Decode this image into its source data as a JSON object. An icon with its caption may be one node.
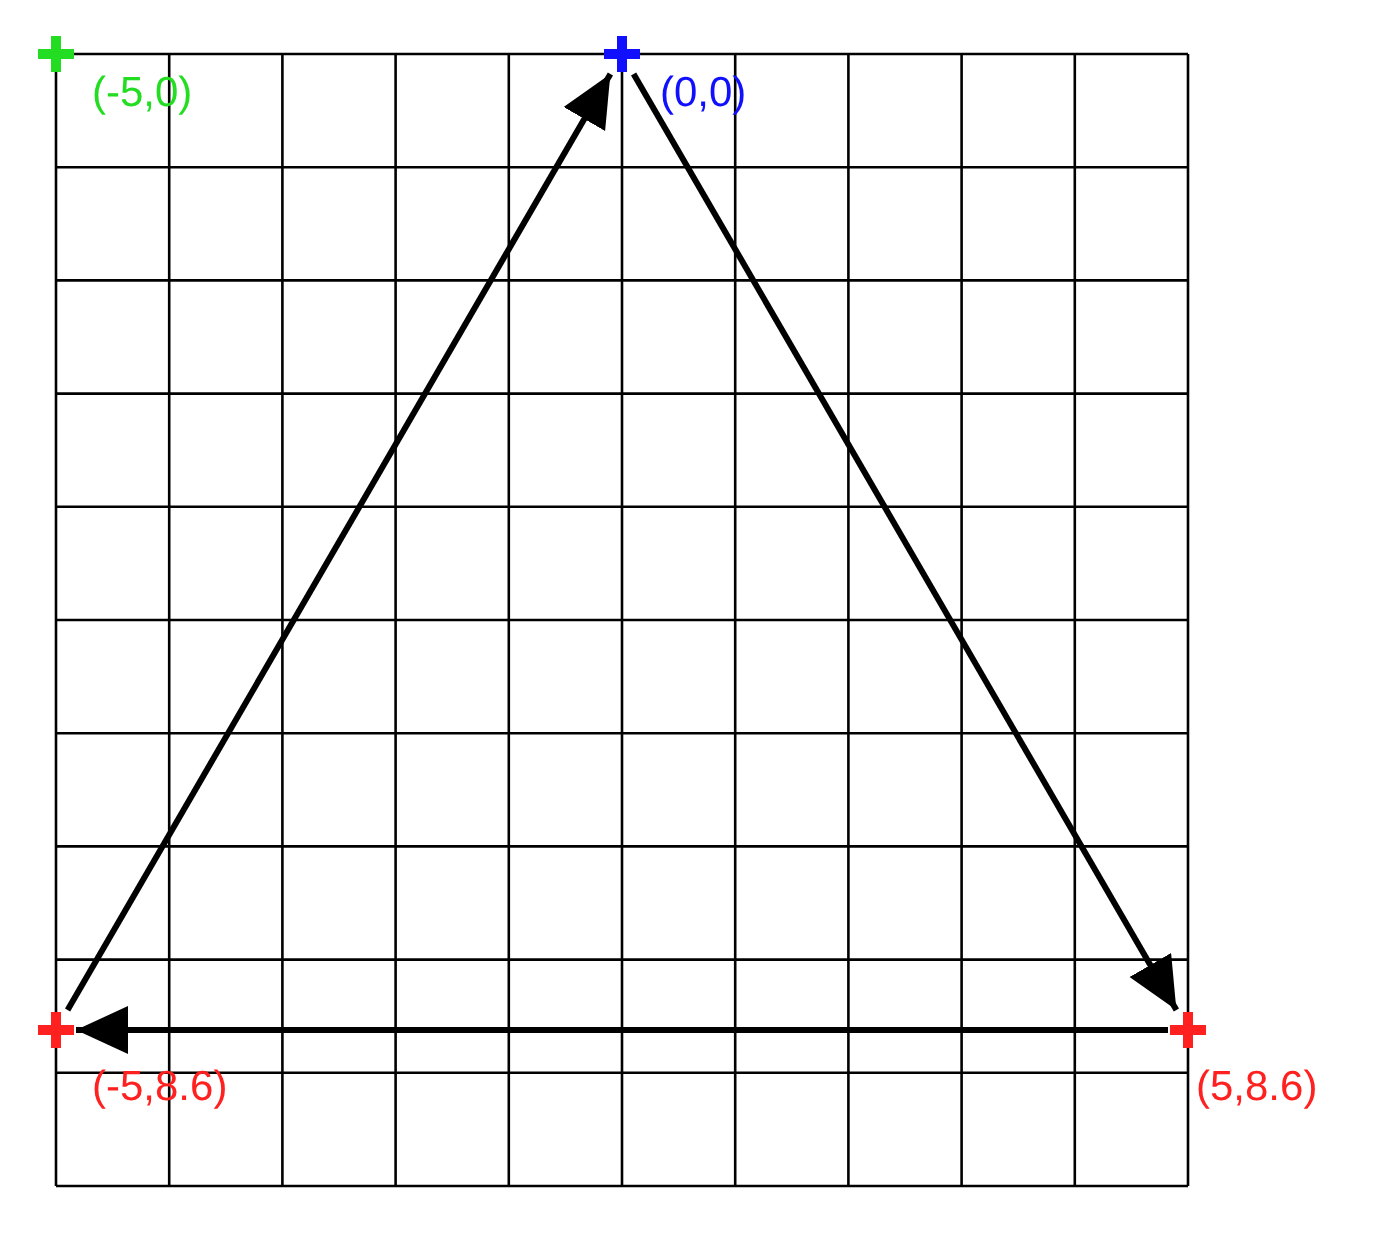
{
  "diagram": {
    "nodes": [
      {
        "text": [],
        "shape": "cross",
        "beside": [
          "(-5,0)"
        ]
      },
      {
        "text": [],
        "shape": "cross",
        "beside": [
          "(0,0)"
        ]
      },
      {
        "text": [],
        "shape": "cross",
        "beside": [
          "(-5,8.6)"
        ]
      },
      {
        "text": [],
        "shape": "cross",
        "beside": [
          "(5,8.6)"
        ]
      }
    ],
    "edges": [
      {
        "from": 2,
        "to": 1,
        "arrow": "to"
      },
      {
        "from": 1,
        "to": 3,
        "arrow": "to"
      },
      {
        "from": 3,
        "to": 2,
        "arrow": "to"
      }
    ]
  }
}
